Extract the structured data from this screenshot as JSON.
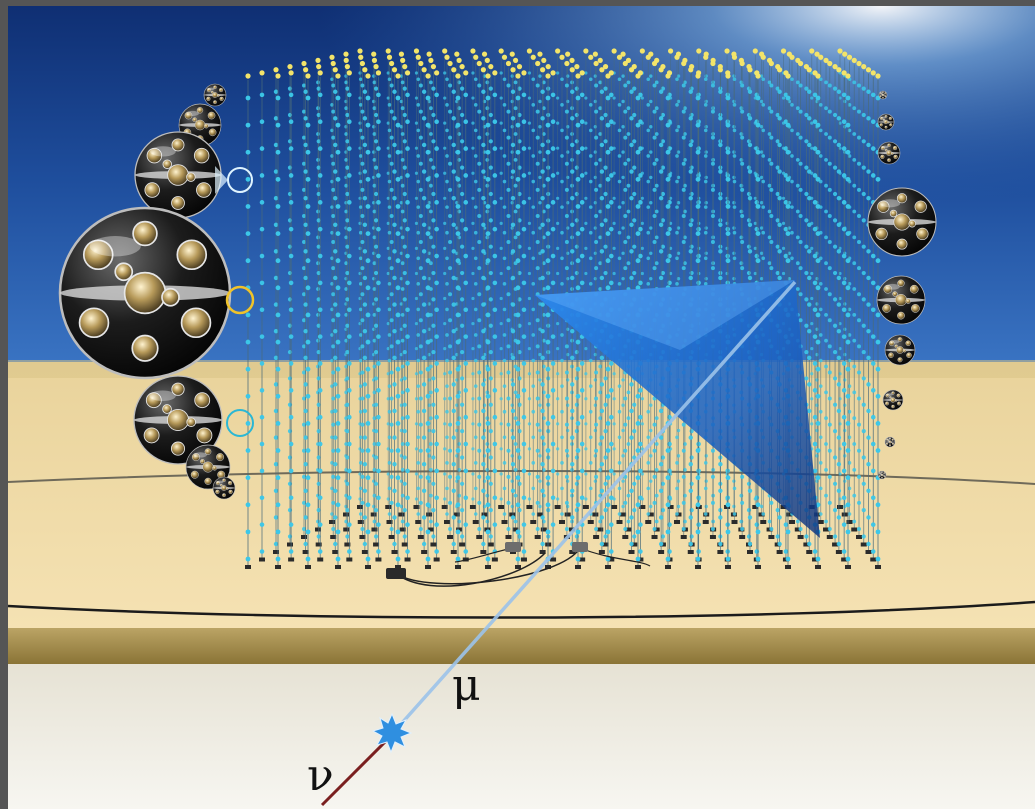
{
  "labels": {
    "muon": "μ",
    "neutrino": "ν"
  },
  "colors": {
    "frame": "#555555",
    "sea_top": "#0a2a6e",
    "sea_bottom": "#2a63b8",
    "seabed": "#f0dca6",
    "seabed_edge": "#c9b071",
    "ground": "#ece8dd",
    "string_line": "#4a6b7a",
    "dom": "#3cc7e8",
    "buoy": "#f3e46a",
    "cone": "#1e7be0",
    "muon_track": "#9cc3ea",
    "neutrino_track": "#7a1f1f",
    "vertex": "#2f8fe0"
  },
  "icons": {
    "optical_module": "optical-module-sphere-icon",
    "interaction_vertex": "star-burst-icon",
    "junction_box": "junction-box-icon"
  },
  "detector": {
    "type": "underwater neutrino telescope",
    "modules_per_string": 18
  }
}
